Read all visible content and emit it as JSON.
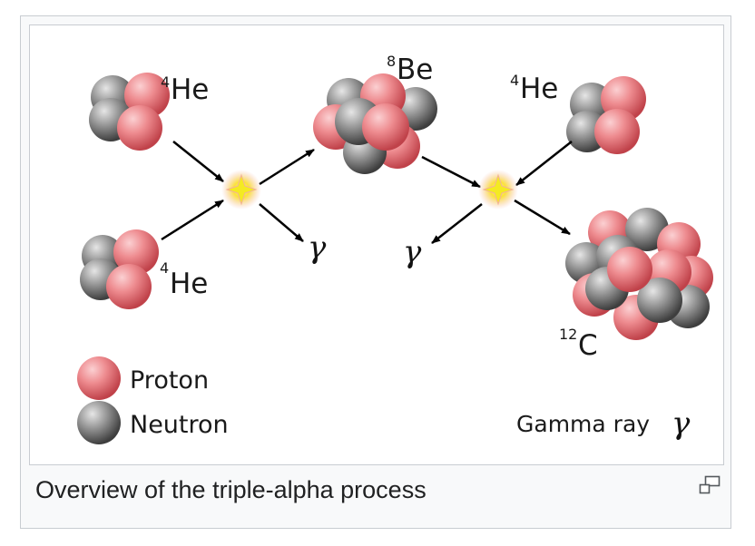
{
  "caption": "Overview of the triple-alpha process",
  "labels": {
    "he4_top_left": {
      "sup": "4",
      "text": "He"
    },
    "he4_bottom_left": {
      "sup": "4",
      "text": "He"
    },
    "be8": {
      "sup": "8",
      "text": "Be"
    },
    "he4_top_right": {
      "sup": "4",
      "text": "He"
    },
    "c12": {
      "sup": "12",
      "text": "C"
    },
    "gamma_left": "γ",
    "gamma_right": "γ"
  },
  "legend": {
    "proton": "Proton",
    "neutron": "Neutron",
    "gamma_ray": "Gamma ray",
    "gamma_symbol": "γ"
  },
  "colors": {
    "proton": "#e0686d",
    "neutron": "#7a7a7a",
    "arrow": "#000000",
    "flash": "#f7e11a"
  },
  "icons": {
    "magnify": "enlarge-icon"
  }
}
